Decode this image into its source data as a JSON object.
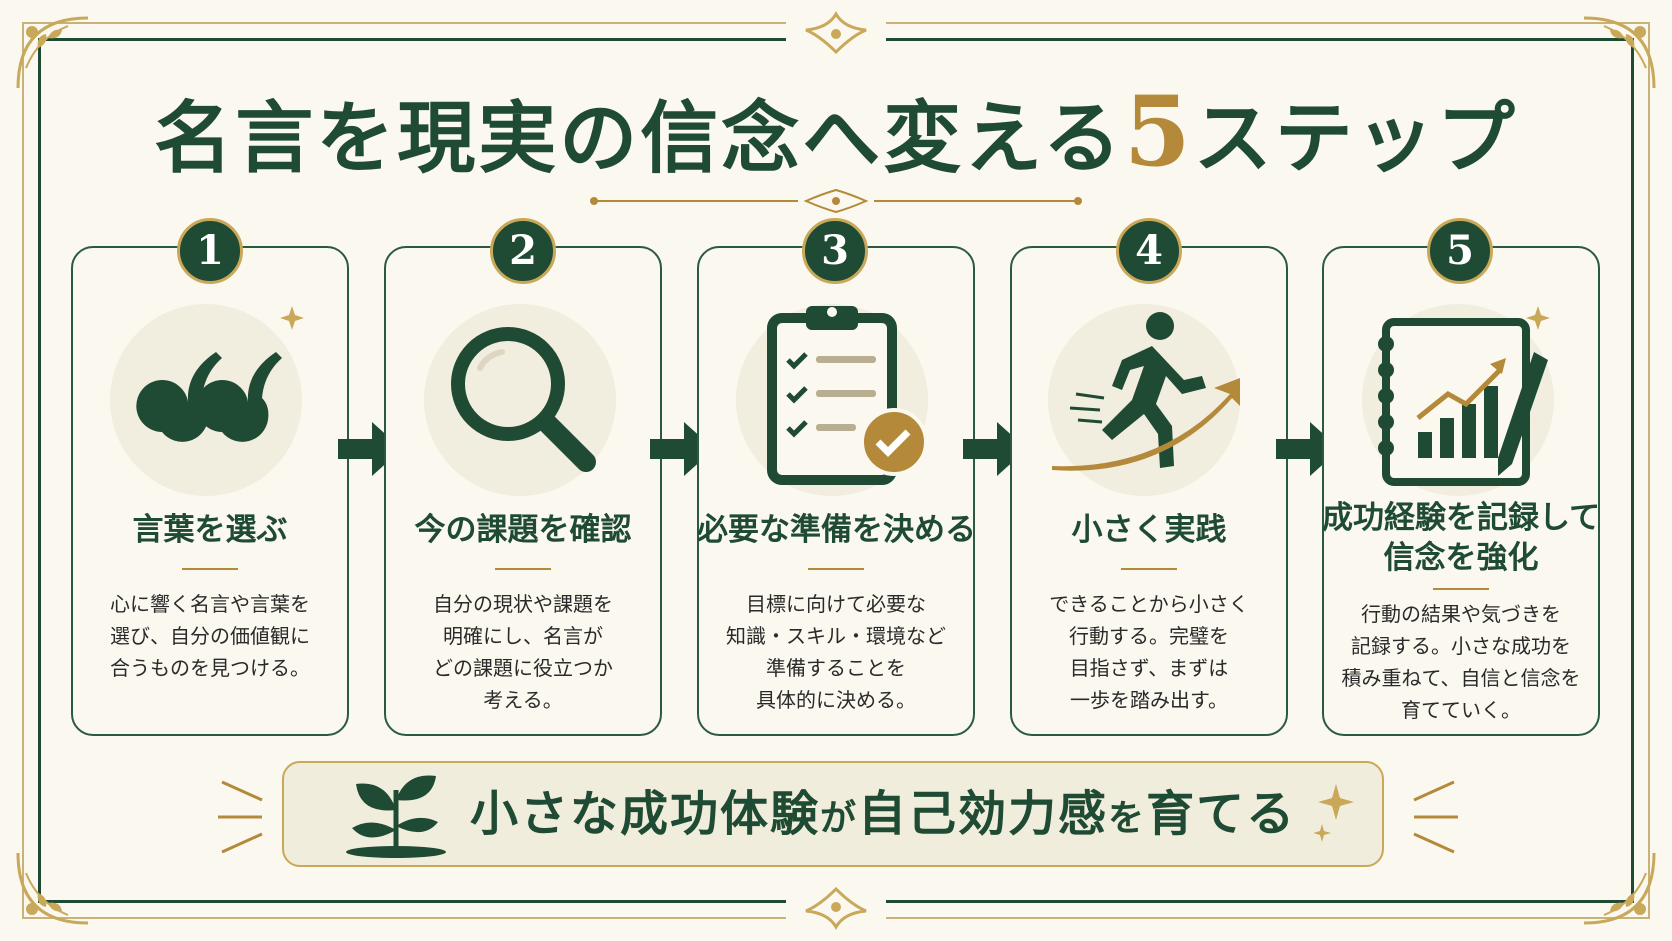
{
  "title": {
    "main": "名言を現実の信念へ変える",
    "number": "5",
    "suffix": "ステップ"
  },
  "steps": [
    {
      "number": "1",
      "icon": "quote-icon",
      "title": "言葉を選ぶ",
      "desc": [
        "心に響く名言や言葉を",
        "選び、自分の価値観に",
        "合うものを見つける。"
      ]
    },
    {
      "number": "2",
      "icon": "magnifier-icon",
      "title": "今の課題を確認",
      "desc": [
        "自分の現状や課題を",
        "明確にし、名言が",
        "どの課題に役立つか",
        "考える。"
      ]
    },
    {
      "number": "3",
      "icon": "clipboard-check-icon",
      "title": "必要な準備を決める",
      "desc": [
        "目標に向けて必要な",
        "知識・スキル・環境など",
        "準備することを",
        "具体的に決める。"
      ]
    },
    {
      "number": "4",
      "icon": "running-person-icon",
      "title": "小さく実践",
      "desc": [
        "できることから小さく",
        "行動する。完璧を",
        "目指さず、まずは",
        "一歩を踏み出す。"
      ]
    },
    {
      "number": "5",
      "icon": "growth-notebook-icon",
      "title_lines": [
        "成功経験を記録して",
        "信念を強化"
      ],
      "desc": [
        "行動の結果や気づきを",
        "記録する。小さな成功を",
        "積み重ねて、自信と信念を",
        "育てていく。"
      ]
    }
  ],
  "banner": {
    "icon": "sprout-icon",
    "part1": "小さな成功体験",
    "part2": "が",
    "part3": "自己効力感",
    "part4": "を",
    "part5": "育てる"
  },
  "colors": {
    "primary": "#1f4a34",
    "accent": "#b48a3a",
    "background": "#fbf8ef"
  }
}
